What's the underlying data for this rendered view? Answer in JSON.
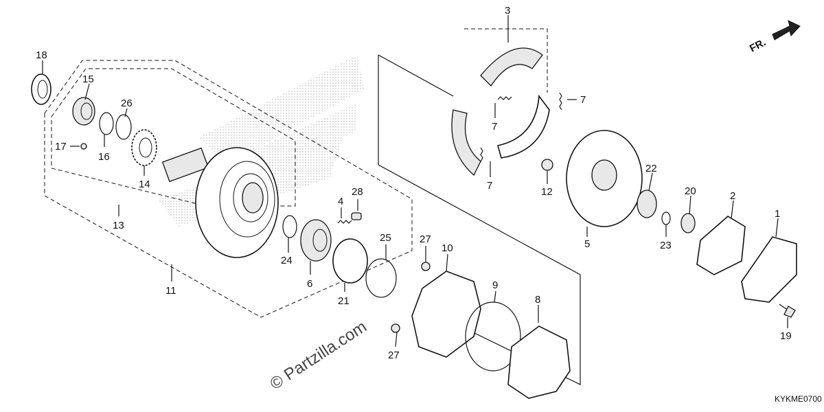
{
  "callouts": {
    "c1": "1",
    "c2": "2",
    "c3": "3",
    "c4": "4",
    "c5": "5",
    "c6": "6",
    "c7a": "7",
    "c7b": "7",
    "c7c": "7",
    "c8": "8",
    "c9": "9",
    "c10": "10",
    "c11": "11",
    "c12": "12",
    "c13": "13",
    "c14": "14",
    "c15": "15",
    "c16": "16",
    "c17": "17",
    "c18": "18",
    "c19": "19",
    "c20": "20",
    "c21": "21",
    "c22": "22",
    "c23": "23",
    "c24": "24",
    "c25": "25",
    "c26": "26",
    "c27a": "27",
    "c27b": "27",
    "c28": "28"
  },
  "watermark": "© Partzilla.com",
  "direction_label": "FR.",
  "diagram_code": "KYKME0700"
}
